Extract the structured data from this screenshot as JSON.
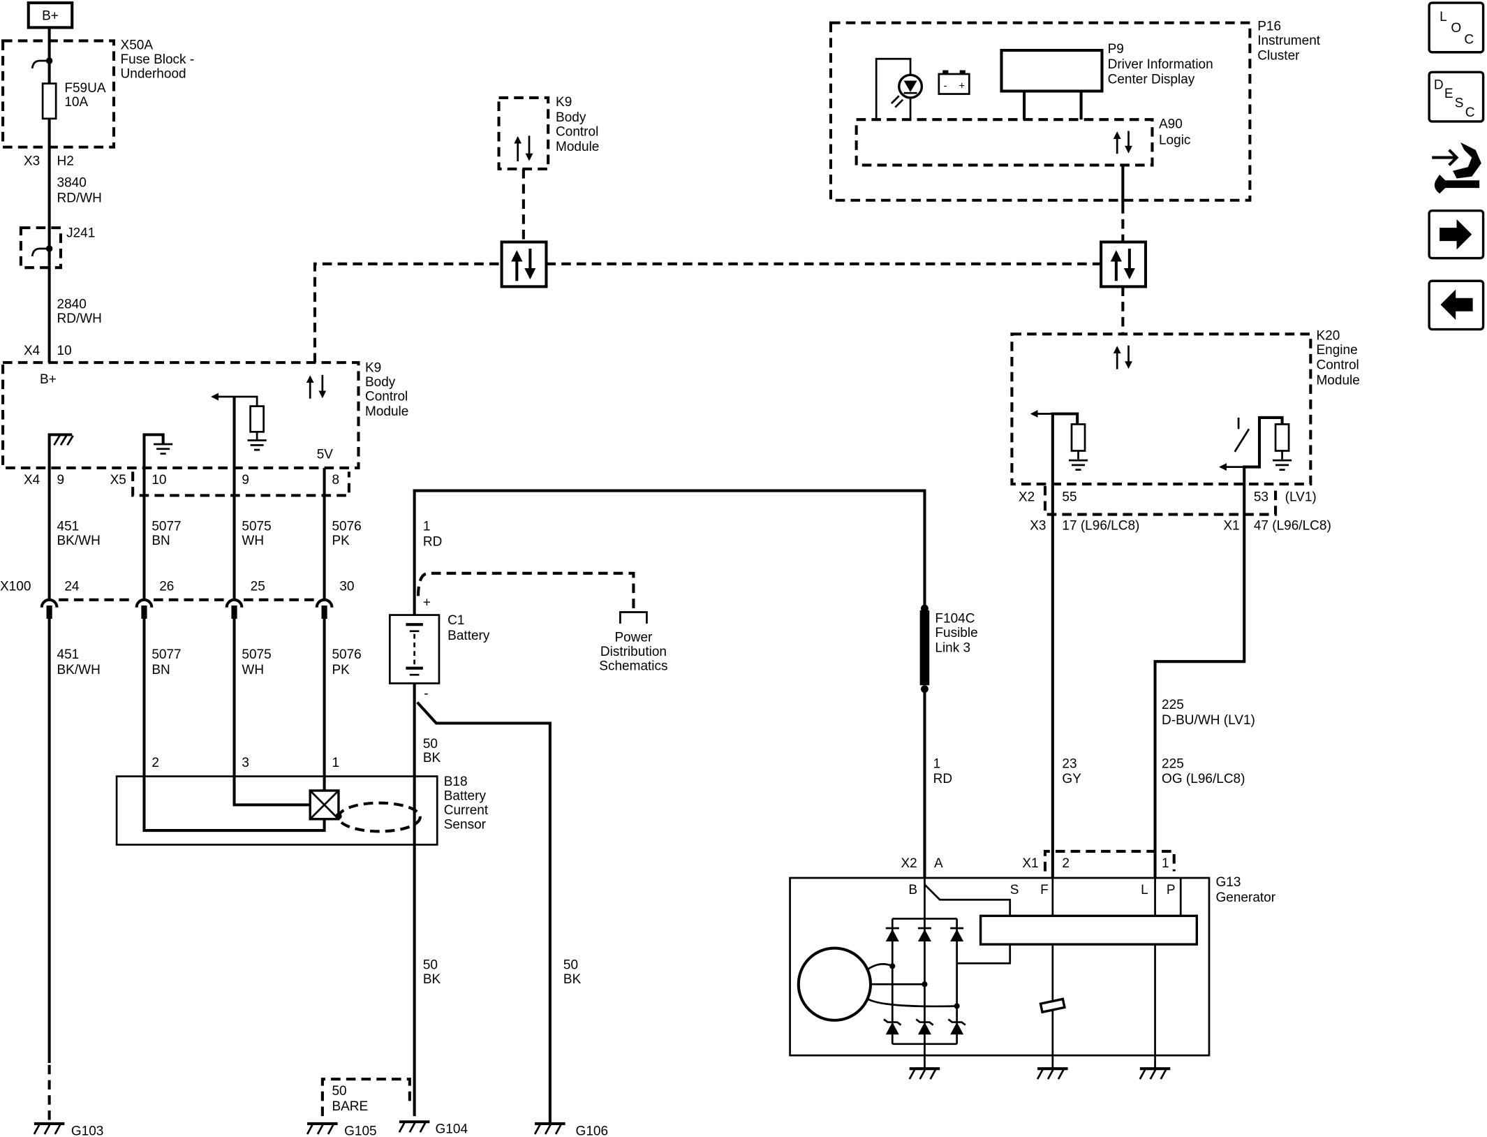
{
  "source": {
    "label": "B+"
  },
  "x50a": {
    "ref": "X50A",
    "lines": [
      "Fuse Block -",
      "Underhood"
    ],
    "fuse_ref": "F59UA",
    "fuse_rating": "10A",
    "conn": "X3",
    "pin": "H2"
  },
  "w3840": {
    "circuit": "3840",
    "color": "RD/WH"
  },
  "j241": {
    "ref": "J241"
  },
  "w2840": {
    "circuit": "2840",
    "color": "RD/WH"
  },
  "bcm_in": {
    "conn": "X4",
    "pin": "10"
  },
  "bcm": {
    "ref": "K9",
    "lines": [
      "Body",
      "Control",
      "Module"
    ],
    "bplus": "B+",
    "ref_voltage": "5V"
  },
  "bcm_pins": [
    {
      "conn": "X4",
      "pin": "9"
    },
    {
      "conn": "X5",
      "pin": "10"
    },
    {
      "conn": "",
      "pin": "9"
    },
    {
      "conn": "",
      "pin": "8"
    }
  ],
  "upper_wires": [
    {
      "circuit": "451",
      "color": "BK/WH"
    },
    {
      "circuit": "5077",
      "color": "BN"
    },
    {
      "circuit": "5075",
      "color": "WH"
    },
    {
      "circuit": "5076",
      "color": "PK"
    }
  ],
  "x100": {
    "ref": "X100",
    "pins": [
      "24",
      "26",
      "25",
      "30"
    ]
  },
  "lower_wires": [
    {
      "circuit": "451",
      "color": "BK/WH"
    },
    {
      "circuit": "5077",
      "color": "BN"
    },
    {
      "circuit": "5075",
      "color": "WH"
    },
    {
      "circuit": "5076",
      "color": "PK"
    }
  ],
  "b18": {
    "ref": "B18",
    "lines": [
      "Battery",
      "Current",
      "Sensor"
    ],
    "pins": [
      "2",
      "3",
      "1"
    ]
  },
  "c1": {
    "ref": "C1",
    "name": "Battery",
    "pos": "+",
    "neg": "-"
  },
  "w1_battery": {
    "circuit": "1",
    "color": "RD"
  },
  "power_dist": {
    "lines": [
      "Power",
      "Distribution",
      "Schematics"
    ]
  },
  "w50_neg": {
    "circuit": "50",
    "color": "BK"
  },
  "w50_g104": {
    "circuit": "50",
    "color": "BK"
  },
  "w50_g106": {
    "circuit": "50",
    "color": "BK"
  },
  "w50_bare": {
    "circuit": "50",
    "color": "BARE"
  },
  "grounds": {
    "g103": "G103",
    "g105": "G105",
    "g104": "G104",
    "g106": "G106"
  },
  "f104c": {
    "ref": "F104C",
    "lines": [
      "Fusible",
      "Link 3"
    ]
  },
  "w1_gen": {
    "circuit": "1",
    "color": "RD"
  },
  "g13": {
    "ref": "G13",
    "name": "Generator",
    "conn_x2": "X2",
    "pin_a": "A",
    "conn_x1": "X1",
    "pin_2": "2",
    "pin_1": "1",
    "terminals": [
      "B",
      "S",
      "F",
      "L",
      "P"
    ]
  },
  "w23": {
    "circuit": "23",
    "color": "GY"
  },
  "w225_lv1": {
    "circuit": "225",
    "color": "D-BU/WH (LV1)"
  },
  "w225_l96": {
    "circuit": "225",
    "color": "OG (L96/LC8)"
  },
  "k20": {
    "ref": "K20",
    "lines": [
      "Engine",
      "Control",
      "Module"
    ],
    "x2": "X2",
    "pin_55": "55",
    "pin_53": "53",
    "lv1": "(LV1)",
    "x3": "X3",
    "pin_17": "17 (L96/LC8)",
    "x1": "X1",
    "pin_47": "47 (L96/LC8)"
  },
  "p16": {
    "ref": "P16",
    "lines": [
      "Instrument",
      "Cluster"
    ],
    "batt_neg": "-",
    "batt_pos": "+"
  },
  "p9": {
    "ref": "P9",
    "lines": [
      "Driver Information",
      "Center Display"
    ]
  },
  "a90": {
    "ref": "A90",
    "name": "Logic"
  },
  "k9_top": {
    "ref": "K9",
    "lines": [
      "Body",
      "Control",
      "Module"
    ]
  },
  "nav": {
    "loc": [
      "L",
      "O",
      "C"
    ],
    "desc": [
      "D",
      "E",
      "S",
      "C"
    ],
    "icons": [
      "connector-wrench-icon",
      "arrow-right-icon",
      "arrow-left-icon"
    ]
  }
}
